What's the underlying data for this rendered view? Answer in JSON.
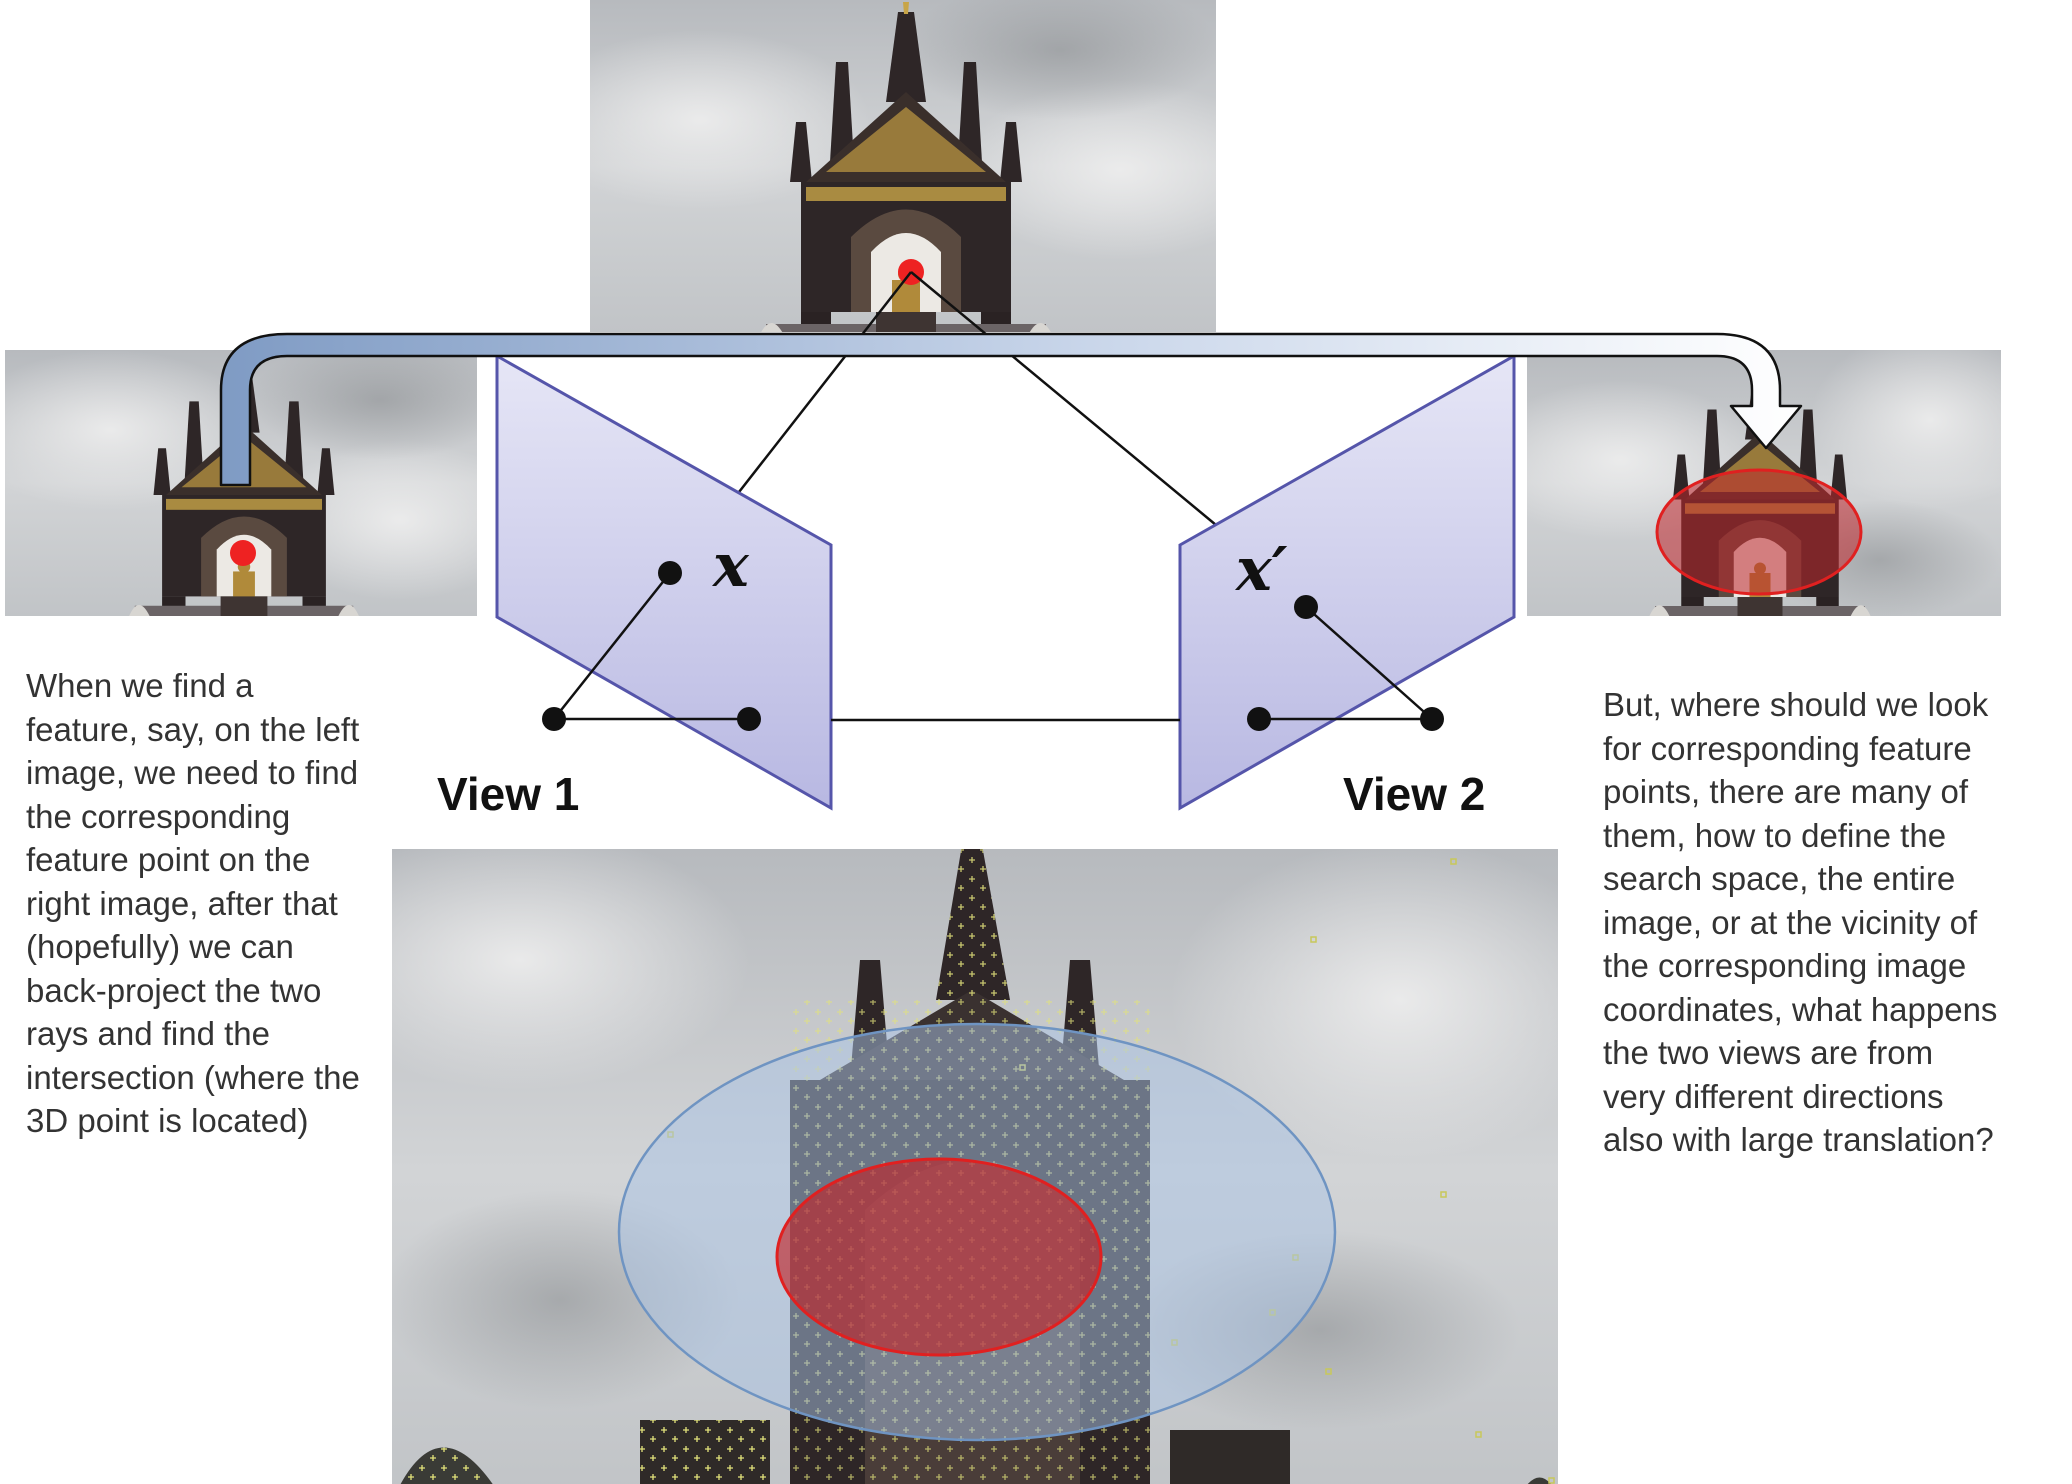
{
  "views": {
    "view1_label": "View 1",
    "view2_label": "View 2",
    "x_label": "x",
    "x_prime_label": "x′"
  },
  "captions": {
    "left": "When we find a feature, say, on the left image, we need to find the corresponding feature point on the right image, after that (hopefully) we can back-project the two rays and find the intersection (where the 3D point is located)",
    "right": "But, where should we look for corresponding feature points, there are many of them, how to define the search space, the entire image, or at the vicinity of the corresponding image coordinates, what happens the two views are from very different directions also with large translation?"
  },
  "colors": {
    "sky": "#c9cbcd",
    "monument": "#2e2627",
    "gold": "#c8a548",
    "image_plane_fill": "#c8c8ec",
    "image_plane_stroke": "#5555aa",
    "arrow_start": "#7f9bc4",
    "red_point": "#ee2222",
    "search_region_red": "#c0262b",
    "search_region_blue": "#a9c4e6",
    "feature_marks": "#d8d86a"
  },
  "icons": {
    "top_image": "monument-photo-top",
    "left_image": "monument-photo-left",
    "right_image": "monument-photo-right",
    "bottom_image": "monument-photo-features",
    "arrow": "curved-arrow-right"
  }
}
